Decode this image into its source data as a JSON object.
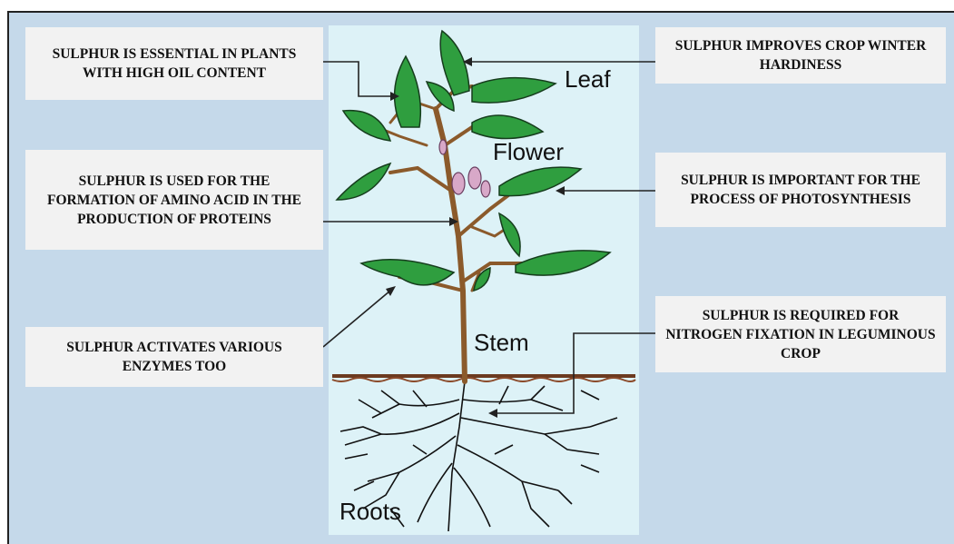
{
  "callouts": {
    "oil_content": "SULPHUR IS ESSENTIAL IN PLANTS WITH HIGH OIL CONTENT",
    "amino_acid": "SULPHUR IS USED FOR THE FORMATION OF AMINO ACID IN THE PRODUCTION OF PROTEINS",
    "enzymes": "SULPHUR ACTIVATES VARIOUS ENZYMES TOO",
    "winter_hardiness": "SULPHUR IMPROVES CROP WINTER HARDINESS",
    "photosynthesis": "SULPHUR IS IMPORTANT FOR THE PROCESS OF PHOTOSYNTHESIS",
    "nitrogen_fixation": "SULPHUR IS REQUIRED FOR NITROGEN FIXATION IN LEGUMINOUS CROP"
  },
  "plant_labels": {
    "leaf": "Leaf",
    "flower": "Flower",
    "stem": "Stem",
    "roots": "Roots"
  },
  "colors": {
    "background": "#c5d9ea",
    "plant_panel": "#ddf2f7",
    "box": "#f2f2f2",
    "leaf": "#2f9e3f",
    "stem": "#8b5a2b",
    "soil": "#7a3b22",
    "flower": "#d8a8c8"
  }
}
